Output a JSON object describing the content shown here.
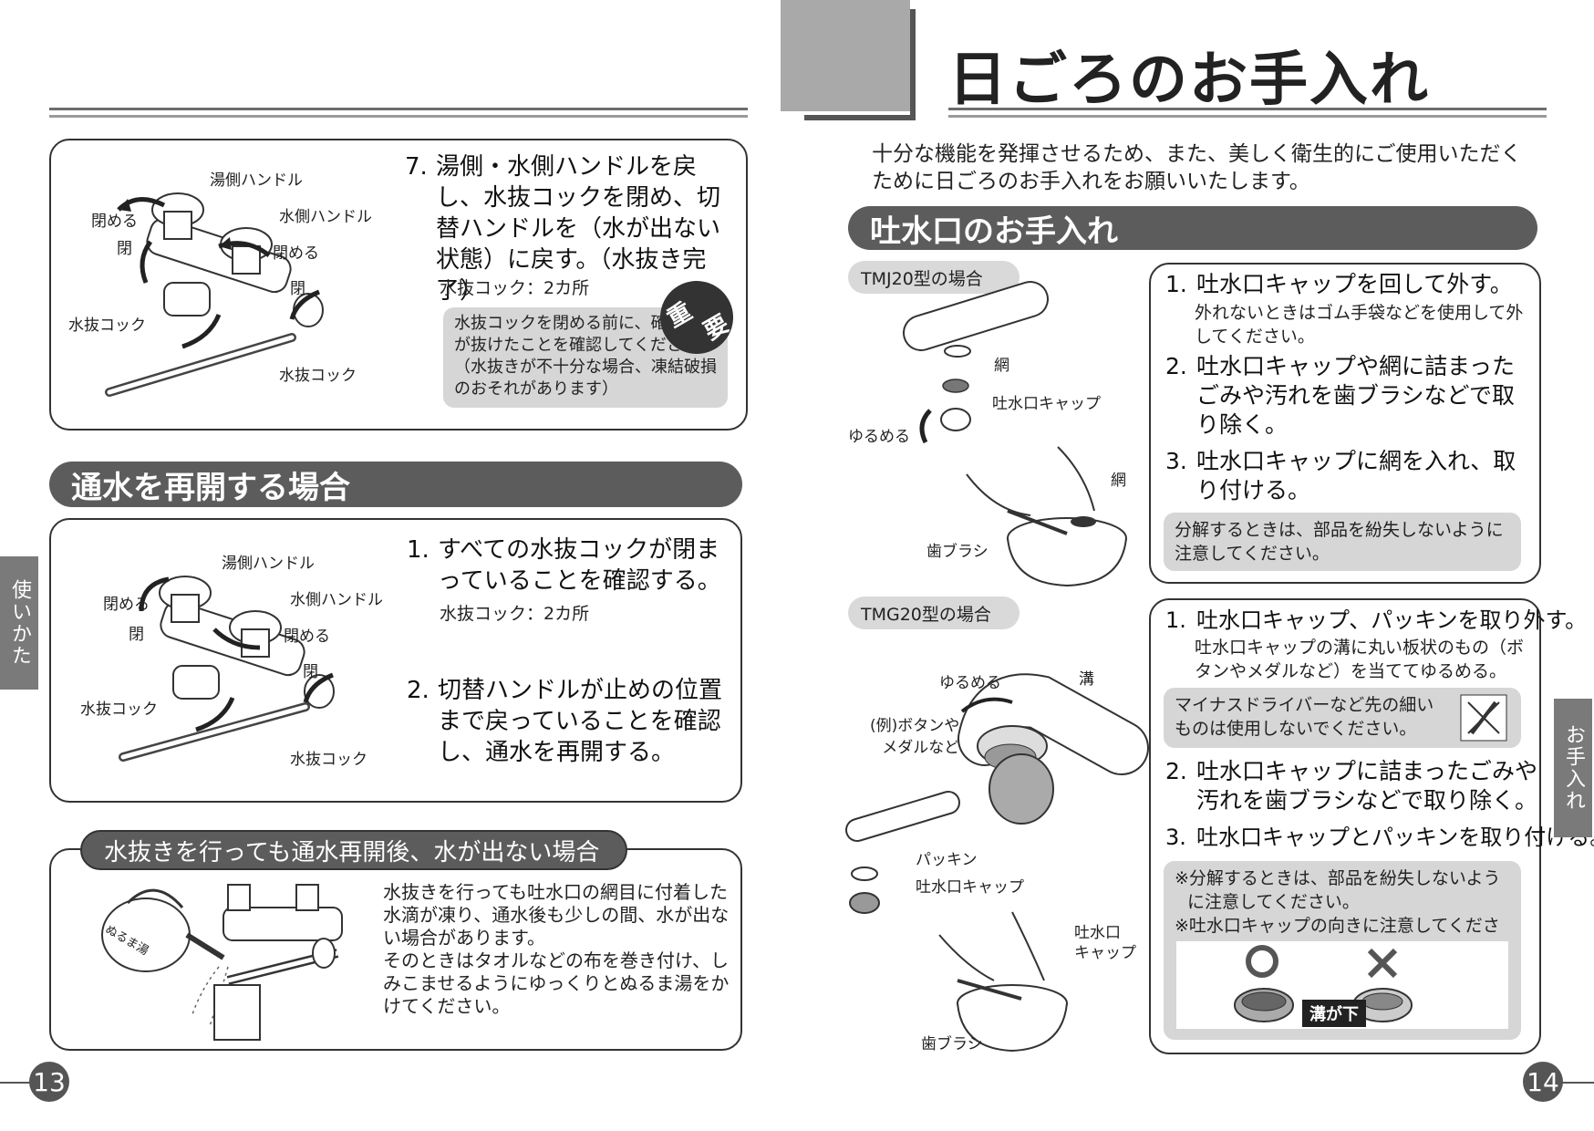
{
  "page_left": {
    "number": "13",
    "side_tab": "使いかた",
    "drain_box": {
      "step": {
        "num": "7.",
        "text": "湯側・水側ハンドルを戻し、水抜コックを閉め、切替ハンドルを（水が出ない状態）に戻す。（水抜き完了）"
      },
      "sub": "水抜コック：2カ所",
      "badge": [
        "重",
        "要"
      ],
      "note": "水抜コックを閉める前に、確実に水が抜けたことを確認してください。（水抜きが不十分な場合、凍結破損のおそれがあります）",
      "labels": {
        "hot_handle": "湯側ハンドル",
        "cold_handle": "水側ハンドル",
        "close_a": "閉める",
        "close_b": "閉める",
        "close_c": "閉",
        "close_d": "閉",
        "cock_a": "水抜コック",
        "cock_b": "水抜コック"
      }
    },
    "resume_section": {
      "title": "通水を再開する場合",
      "steps": [
        {
          "num": "1.",
          "text": "すべての水抜コックが閉まっていることを確認する。"
        },
        {
          "num": "2.",
          "text": "切替ハンドルが止めの位置まで戻っていることを確認し、通水を再開する。"
        }
      ],
      "sub": "水抜コック：2カ所",
      "labels": {
        "hot_handle": "湯側ハンドル",
        "cold_handle": "水側ハンドル",
        "close_a": "閉める",
        "close_b": "閉める",
        "close_c": "閉",
        "close_d": "閉",
        "cock_a": "水抜コック",
        "cock_b": "水抜コック"
      }
    },
    "nowater_section": {
      "title": "水抜きを行っても通水再開後、水が出ない場合",
      "kettle_label": "ぬるま湯",
      "text": "水抜きを行っても吐水口の網目に付着した水滴が凍り、通水後も少しの間、水が出ない場合があります。\nそのときはタオルなどの布を巻き付け、しみこませるようにゆっくりとぬるま湯をかけてください。"
    }
  },
  "page_right": {
    "number": "14",
    "side_tab": "お手入れ",
    "title": "日ごろのお手入れ",
    "intro": "十分な機能を発揮させるため、また、美しく衛生的にご使用いただくために日ごろのお手入れをお願いいたします。",
    "section_title": "吐水口のお手入れ",
    "tmj": {
      "label": "TMJ20型の場合",
      "illus_labels": {
        "mesh": "網",
        "cap": "吐水口キャップ",
        "loosen": "ゆるめる",
        "mesh2": "網",
        "brush": "歯ブラシ"
      },
      "steps": [
        {
          "num": "1.",
          "text": "吐水口キャップを回して外す。",
          "sub": "外れないときはゴム手袋などを使用して外してください。"
        },
        {
          "num": "2.",
          "text": "吐水口キャップや網に詰まったごみや汚れを歯ブラシなどで取り除く。"
        },
        {
          "num": "3.",
          "text": "吐水口キャップに網を入れ、取り付ける。"
        }
      ],
      "note": "分解するときは、部品を紛失しないように注意してください。"
    },
    "tmg": {
      "label": "TMG20型の場合",
      "illus_labels": {
        "loosen": "ゆるめる",
        "groove": "溝",
        "example": "(例)ボタンや\nメダルなど",
        "packing": "パッキン",
        "cap": "吐水口キャップ",
        "cap2": "吐水口\nキャップ",
        "brush": "歯ブラシ"
      },
      "steps": [
        {
          "num": "1.",
          "text": "吐水口キャップ、パッキンを取り外す。",
          "sub": "吐水口キャップの溝に丸い板状のもの（ボタンやメダルなど）を当ててゆるめる。"
        },
        {
          "num": "2.",
          "text": "吐水口キャップに詰まったごみや汚れを歯ブラシなどで取り除く。"
        },
        {
          "num": "3.",
          "text": "吐水口キャップとパッキンを取り付ける。"
        }
      ],
      "warning": "マイナスドライバーなど先の細いものは使用しないでください。",
      "notes": [
        "※分解するときは、部品を紛失しないように注意してください。",
        "※吐水口キャップの向きに注意してください。"
      ],
      "orientation_label": "溝が下"
    }
  }
}
